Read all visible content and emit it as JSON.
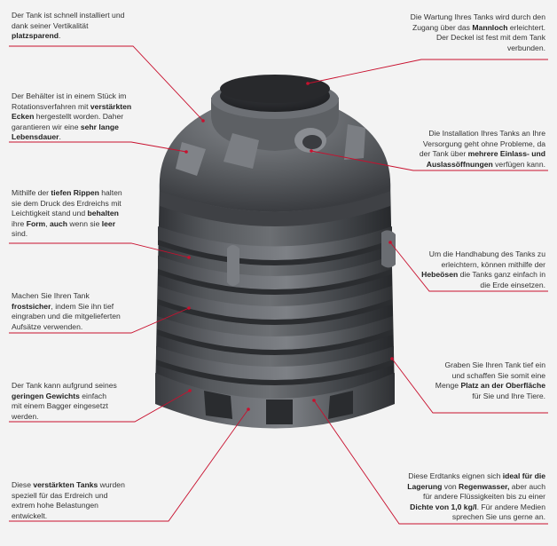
{
  "colors": {
    "background": "#f3f3f3",
    "text": "#333333",
    "leader_line": "#c8102e",
    "tank_body": "#4b4d51",
    "tank_dark": "#2c2e31",
    "tank_highlight": "#7c7f84"
  },
  "callouts": [
    {
      "id": "installation-speed",
      "side": "left",
      "segments": [
        {
          "t": "Der Tank ist schnell installiert und dank seiner Vertikalität "
        },
        {
          "t": "platzsparend",
          "b": true
        },
        {
          "t": "."
        }
      ]
    },
    {
      "id": "rotational-molding",
      "side": "left",
      "segments": [
        {
          "t": "Der Behälter ist in einem Stück im Rotationsverfahren mit "
        },
        {
          "t": "verstärkten Ecken",
          "b": true
        },
        {
          "t": " hergestellt worden. Daher garantieren wir eine "
        },
        {
          "t": "sehr lange Lebensdauer",
          "b": true
        },
        {
          "t": "."
        }
      ]
    },
    {
      "id": "deep-ribs",
      "side": "left",
      "segments": [
        {
          "t": "Mithilfe der "
        },
        {
          "t": "tiefen Rippen",
          "b": true
        },
        {
          "t": " halten sie dem Druck des Erdreichs mit Leichtigkeit stand und "
        },
        {
          "t": "behalten",
          "b": true
        },
        {
          "t": " ihre "
        },
        {
          "t": "Form",
          "b": true
        },
        {
          "t": ", "
        },
        {
          "t": "auch",
          "b": true
        },
        {
          "t": " wenn sie "
        },
        {
          "t": "leer",
          "b": true
        },
        {
          "t": " sind."
        }
      ]
    },
    {
      "id": "frost-protection",
      "side": "left",
      "segments": [
        {
          "t": "Machen Sie Ihren Tank "
        },
        {
          "t": "frostsicher",
          "b": true
        },
        {
          "t": ", indem Sie ihn tief eingraben und die mitgelieferten Aufsätze verwenden."
        }
      ]
    },
    {
      "id": "low-weight",
      "side": "left",
      "segments": [
        {
          "t": "Der Tank kann aufgrund seines "
        },
        {
          "t": "geringen Gewichts",
          "b": true
        },
        {
          "t": " einfach mit einem Bagger eingesetzt werden."
        }
      ]
    },
    {
      "id": "reinforced-tanks",
      "side": "left",
      "segments": [
        {
          "t": "Diese "
        },
        {
          "t": "verstärkten Tanks",
          "b": true
        },
        {
          "t": " wurden speziell für das Erdreich und extrem hohe Belastungen entwickelt."
        }
      ]
    },
    {
      "id": "manhole",
      "side": "right",
      "segments": [
        {
          "t": "Die Wartung Ihres Tanks wird durch den Zugang über das "
        },
        {
          "t": "Mannloch",
          "b": true
        },
        {
          "t": " erleichtert. Der Deckel ist fest mit dem Tank verbunden."
        }
      ]
    },
    {
      "id": "inlets-outlets",
      "side": "right",
      "segments": [
        {
          "t": "Die Installation Ihres Tanks an Ihre Versorgung geht ohne Probleme, da der Tank über "
        },
        {
          "t": "mehrere Einlass- und Auslassöffnungen",
          "b": true
        },
        {
          "t": " verfügen kann."
        }
      ]
    },
    {
      "id": "lifting-eyes",
      "side": "right",
      "segments": [
        {
          "t": "Um die Handhabung des Tanks zu erleichtern, können mithilfe der "
        },
        {
          "t": "Hebeösen",
          "b": true
        },
        {
          "t": " die Tanks ganz einfach in die Erde einsetzen."
        }
      ]
    },
    {
      "id": "surface-space",
      "side": "right",
      "segments": [
        {
          "t": "Graben Sie Ihren Tank tief ein und schaffen Sie somit eine Menge "
        },
        {
          "t": "Platz an der Oberfläche",
          "b": true
        },
        {
          "t": " für Sie und Ihre Tiere."
        }
      ]
    },
    {
      "id": "rainwater-storage",
      "side": "right",
      "segments": [
        {
          "t": "Diese Erdtanks eignen sich "
        },
        {
          "t": "ideal für die Lagerung",
          "b": true
        },
        {
          "t": " von "
        },
        {
          "t": "Regenwasser,",
          "b": true
        },
        {
          "t": " aber auch für andere Flüssigkeiten bis zu einer "
        },
        {
          "t": "Dichte von 1,0 kg/l",
          "b": true
        },
        {
          "t": ". Für andere Medien sprechen Sie uns gerne an."
        }
      ]
    }
  ]
}
